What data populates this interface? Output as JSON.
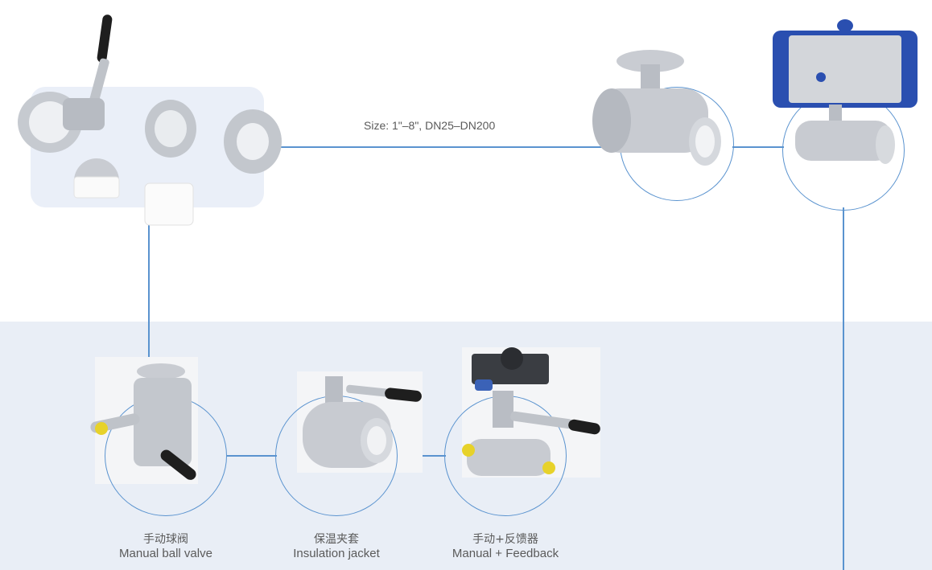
{
  "size_text": "Size: 1\"–8\", DN25–DN200",
  "products": [
    {
      "zh": "手动球阀",
      "en": "Manual ball valve"
    },
    {
      "zh": "保温夹套",
      "en": "Insulation jacket"
    },
    {
      "zh": "手动+反馈器",
      "en": "Manual + Feedback"
    }
  ],
  "colors": {
    "accent_line": "#5a93cf",
    "band": "#e9eef6",
    "actuator_blue": "#2a4fb0",
    "handle": "#1e1e1e",
    "steel": "#c9ccd2"
  }
}
